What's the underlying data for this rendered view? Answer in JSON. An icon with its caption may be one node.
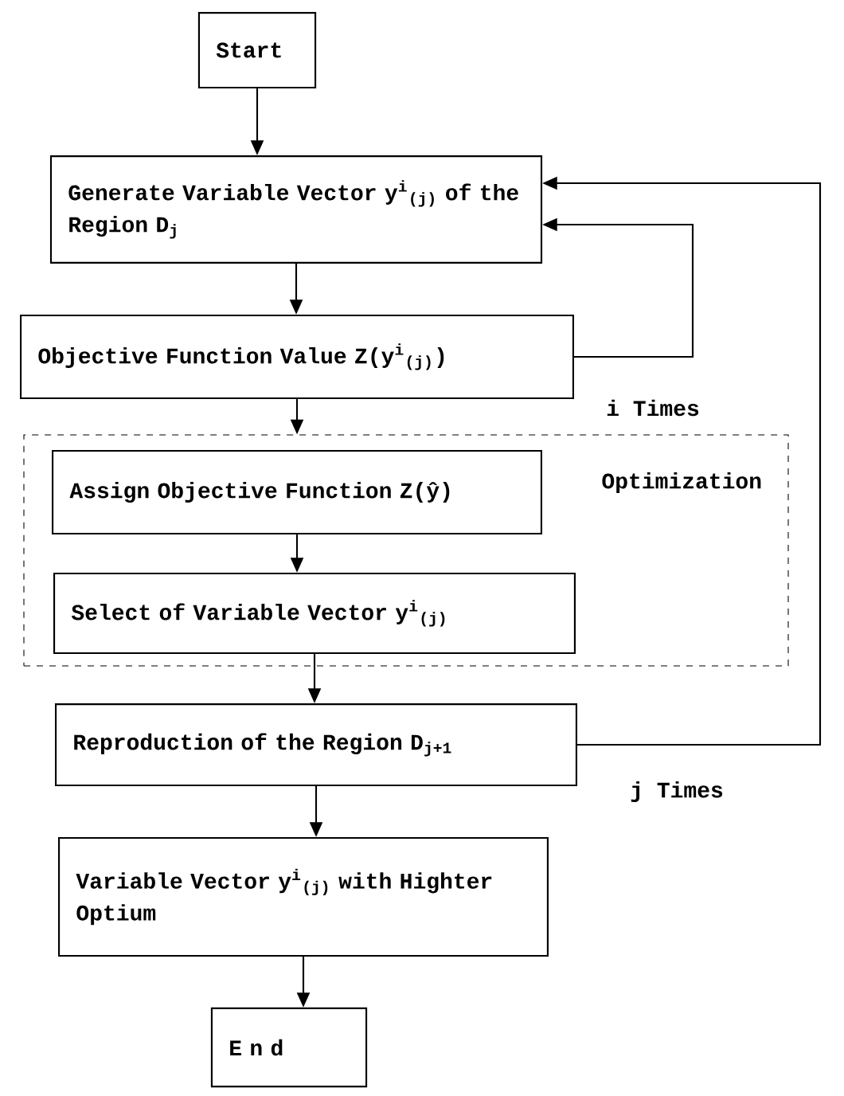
{
  "diagram": {
    "nodes": [
      {
        "text": [
          "Start"
        ]
      },
      {
        "text": [
          "Generate Variable Vector y$^{i}$$_{(j)}$ of the Region D$_{j}$"
        ]
      },
      {
        "text": [
          "Objective Function Value Z(y$^{i}$$_{(j)}$)"
        ]
      },
      {
        "text": [
          "Optimization"
        ]
      },
      {
        "text": [
          "Assign Objective Function Z(ŷ)"
        ],
        "in": 3
      },
      {
        "text": [
          "Select of Variable Vector y$^{i}$$_{(j)}$"
        ],
        "in": 3
      },
      {
        "text": [
          "Reproduction of the Region D$_{j+1}$"
        ]
      },
      {
        "text": [
          "Variable Vector y$^{i}$$_{(j)}$ with Highter Optium"
        ]
      },
      {
        "text": [
          "E n d"
        ]
      }
    ],
    "edges": [
      {
        "from": 0,
        "to": 1,
        "arrow": "to"
      },
      {
        "from": 1,
        "to": 2,
        "arrow": "to"
      },
      {
        "from": 2,
        "to": 1,
        "arrow": "to",
        "label": "i Times"
      },
      {
        "from": 2,
        "to": 3,
        "arrow": "to"
      },
      {
        "from": 4,
        "to": 5,
        "arrow": "to"
      },
      {
        "from": 5,
        "to": 6,
        "arrow": "to"
      },
      {
        "from": 6,
        "to": 1,
        "arrow": "to",
        "label": "j Times"
      },
      {
        "from": 6,
        "to": 7,
        "arrow": "to"
      },
      {
        "from": 7,
        "to": 8,
        "arrow": "to"
      }
    ]
  }
}
